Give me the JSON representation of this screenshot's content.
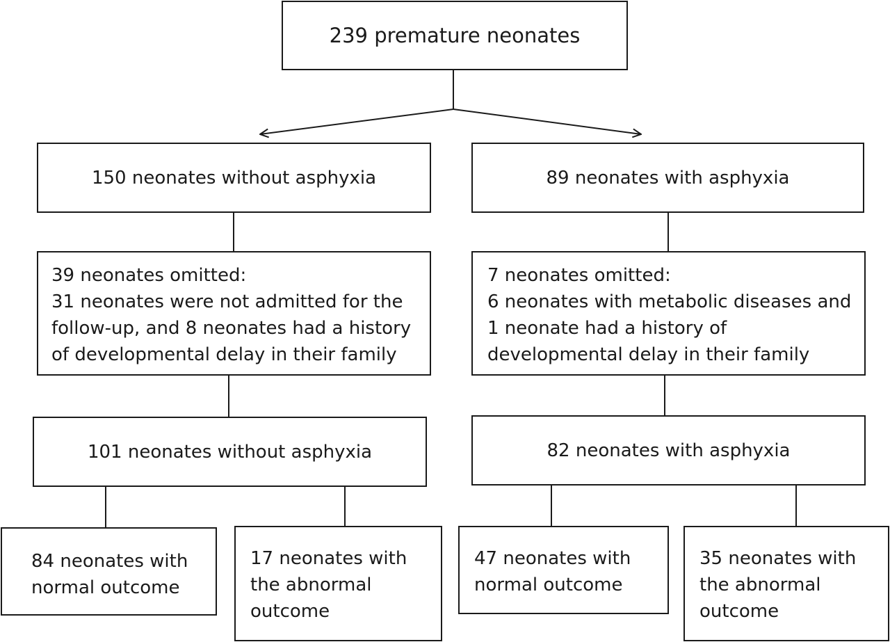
{
  "root": {
    "label": "239 premature neonates"
  },
  "left": {
    "group": "150 neonates without asphyxia",
    "omitted": "39 neonates omitted:\n31 neonates were not admitted for the\nfollow-up, and 8 neonates had a history\nof developmental delay in their family",
    "final": "101 neonates without asphyxia",
    "normal": "84 neonates with\nnormal outcome",
    "abnormal": "17 neonates with\nthe abnormal\noutcome"
  },
  "right": {
    "group": "89 neonates with asphyxia",
    "omitted": "7 neonates omitted:\n6 neonates with metabolic diseases and\n1 neonate had a history of\ndevelopmental delay in their family",
    "final": "82 neonates with asphyxia",
    "normal": "47 neonates with\nnormal outcome",
    "abnormal": "35 neonates with\nthe abnormal\noutcome"
  }
}
